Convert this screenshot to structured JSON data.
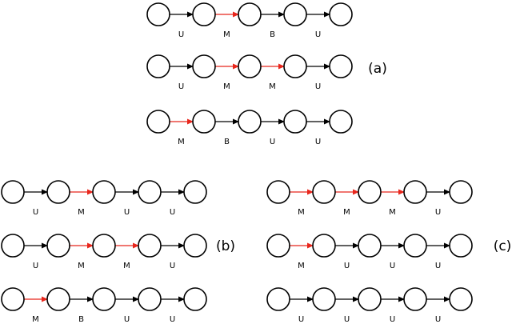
{
  "colors": {
    "node_stroke": "#000000",
    "normal_edge": "#000000",
    "highlight_edge": "#e8261c"
  },
  "groups": [
    {
      "label": "(a)",
      "rows": [
        {
          "edges": [
            {
              "label": "U",
              "color": "black"
            },
            {
              "label": "M",
              "color": "red"
            },
            {
              "label": "B",
              "color": "black"
            },
            {
              "label": "U",
              "color": "black"
            }
          ]
        },
        {
          "edges": [
            {
              "label": "U",
              "color": "black"
            },
            {
              "label": "M",
              "color": "red"
            },
            {
              "label": "M",
              "color": "red"
            },
            {
              "label": "U",
              "color": "black"
            }
          ]
        },
        {
          "edges": [
            {
              "label": "M",
              "color": "red"
            },
            {
              "label": "B",
              "color": "black"
            },
            {
              "label": "U",
              "color": "black"
            },
            {
              "label": "U",
              "color": "black"
            }
          ]
        }
      ]
    },
    {
      "label": "(b)",
      "rows": [
        {
          "edges": [
            {
              "label": "U",
              "color": "black"
            },
            {
              "label": "M",
              "color": "red"
            },
            {
              "label": "U",
              "color": "black"
            },
            {
              "label": "U",
              "color": "black"
            }
          ]
        },
        {
          "edges": [
            {
              "label": "U",
              "color": "black"
            },
            {
              "label": "M",
              "color": "red"
            },
            {
              "label": "M",
              "color": "red"
            },
            {
              "label": "U",
              "color": "black"
            }
          ]
        },
        {
          "edges": [
            {
              "label": "M",
              "color": "red"
            },
            {
              "label": "B",
              "color": "black"
            },
            {
              "label": "U",
              "color": "black"
            },
            {
              "label": "U",
              "color": "black"
            }
          ]
        }
      ]
    },
    {
      "label": "(c)",
      "rows": [
        {
          "edges": [
            {
              "label": "M",
              "color": "red"
            },
            {
              "label": "M",
              "color": "red"
            },
            {
              "label": "M",
              "color": "red"
            },
            {
              "label": "U",
              "color": "black"
            }
          ]
        },
        {
          "edges": [
            {
              "label": "M",
              "color": "red"
            },
            {
              "label": "U",
              "color": "black"
            },
            {
              "label": "U",
              "color": "black"
            },
            {
              "label": "U",
              "color": "black"
            }
          ]
        },
        {
          "edges": [
            {
              "label": "U",
              "color": "black"
            },
            {
              "label": "U",
              "color": "black"
            },
            {
              "label": "U",
              "color": "black"
            },
            {
              "label": "U",
              "color": "black"
            }
          ]
        }
      ]
    }
  ]
}
